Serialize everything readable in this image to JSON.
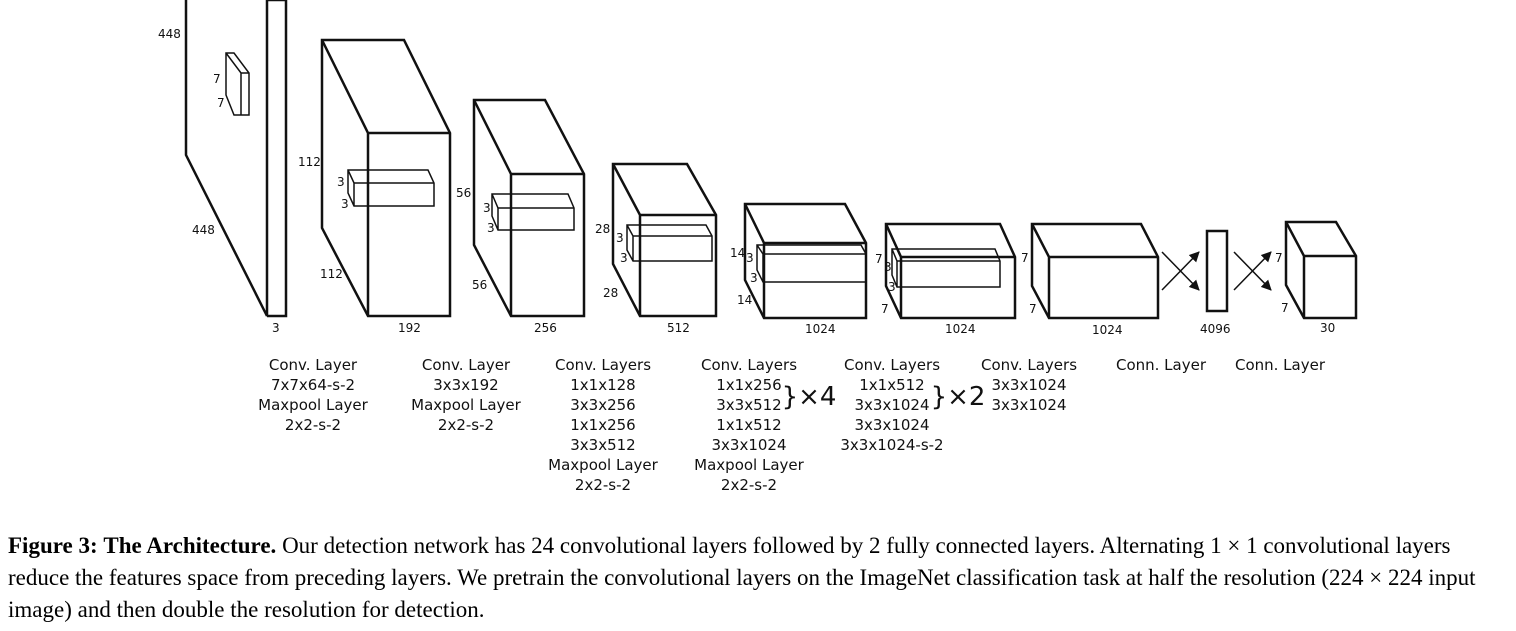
{
  "blocks": [
    {
      "top_dim": "448",
      "side_dim": "448",
      "bottom_dim": "3",
      "kernel": [
        "7",
        "7"
      ],
      "label_lines": [
        "Conv. Layer",
        "7x7x64-s-2",
        "Maxpool Layer",
        "2x2-s-2"
      ]
    },
    {
      "top_dim": "112",
      "side_dim": "112",
      "bottom_dim": "192",
      "kernel": [
        "3",
        "3"
      ],
      "label_lines": [
        "Conv. Layer",
        "3x3x192",
        "Maxpool Layer",
        "2x2-s-2"
      ]
    },
    {
      "top_dim": "56",
      "side_dim": "56",
      "bottom_dim": "256",
      "kernel": [
        "3",
        "3"
      ],
      "label_lines": [
        "Conv. Layers",
        "1x1x128",
        "3x3x256",
        "1x1x256",
        "3x3x512",
        "Maxpool Layer",
        "2x2-s-2"
      ]
    },
    {
      "top_dim": "28",
      "side_dim": "28",
      "bottom_dim": "512",
      "kernel": [
        "3",
        "3"
      ],
      "label_lines": [
        "Conv. Layers",
        "1x1x256",
        "3x3x512",
        "1x1x512",
        "3x3x1024",
        "Maxpool Layer",
        "2x2-s-2"
      ],
      "repeat": "}×4"
    },
    {
      "top_dim": "14",
      "side_dim": "14",
      "bottom_dim": "1024",
      "kernel": [
        "3",
        "3"
      ],
      "label_lines": [
        "Conv. Layers",
        "1x1x512",
        "3x3x1024",
        "3x3x1024",
        "3x3x1024-s-2"
      ],
      "repeat": "}×2"
    },
    {
      "top_dim": "7",
      "side_dim": "7",
      "bottom_dim": "1024",
      "kernel": [
        "3",
        "3"
      ],
      "label_lines": [
        "Conv. Layers",
        "3x3x1024",
        "3x3x1024"
      ]
    },
    {
      "top_dim": "7",
      "side_dim": "7",
      "bottom_dim": "1024",
      "label_lines": [
        "Conn. Layer"
      ]
    },
    {
      "bottom_dim": "4096"
    },
    {
      "top_dim": "7",
      "side_dim": "7",
      "bottom_dim": "30",
      "label_lines": [
        "Conn. Layer"
      ]
    }
  ],
  "caption": {
    "figure_label": "Figure 3:",
    "title": "The Architecture.",
    "text": "Our detection network has 24 convolutional layers followed by 2 fully connected layers. Alternating 1 × 1 convolutional layers reduce the features space from preceding layers. We pretrain the convolutional layers on the ImageNet classification task at half the resolution (224 × 224 input image) and then double the resolution for detection."
  }
}
